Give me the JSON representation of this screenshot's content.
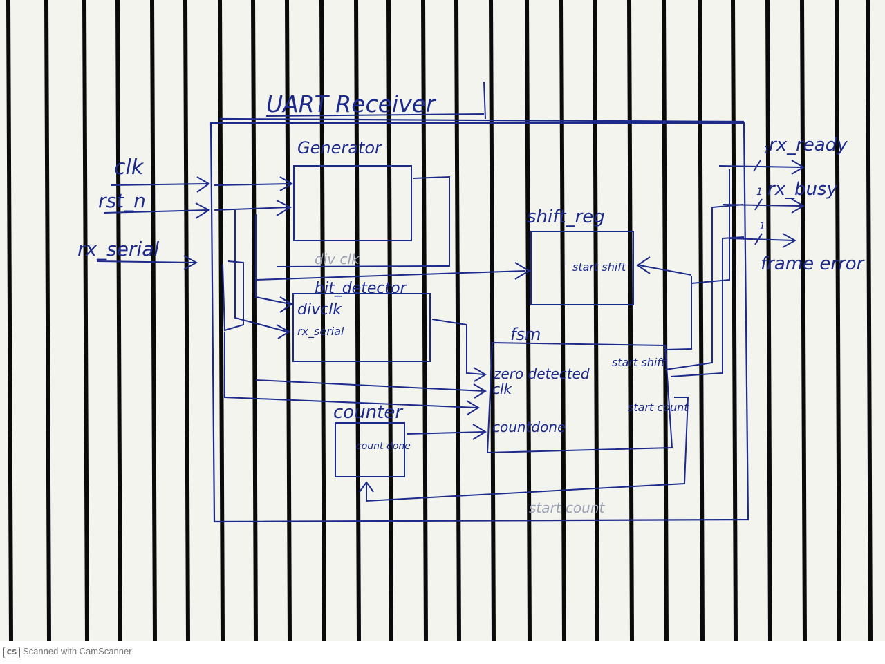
{
  "diagram": {
    "title": "UART Receiver",
    "inputs": [
      "clk",
      "rst_n",
      "rx_serial"
    ],
    "outputs": [
      "rx_ready",
      "rx_busy",
      "frame error"
    ],
    "bus_width_marks": [
      "1",
      "1",
      "1"
    ],
    "blocks": {
      "generator": {
        "label": "Generator"
      },
      "shift_reg": {
        "label": "shift_reg",
        "port": "start shift"
      },
      "bit_detector": {
        "label": "bit_detector",
        "ports": [
          "divclk",
          "rx_serial"
        ]
      },
      "fsm": {
        "label": "fsm",
        "ports_left": [
          "zero detected",
          "clk",
          "countdone"
        ],
        "ports_right": [
          "start shift",
          "start count"
        ]
      },
      "counter": {
        "label": "counter",
        "port": "count done"
      }
    },
    "wire_labels": [
      "div clk",
      "start count"
    ]
  },
  "colors": {
    "ink": "#1c2a8c",
    "pencil": "#9aa0b4",
    "rule": "#0a0a0a",
    "paper": "#f4f4ef"
  },
  "footer": {
    "logo": "CS",
    "text": "Scanned with CamScanner"
  }
}
